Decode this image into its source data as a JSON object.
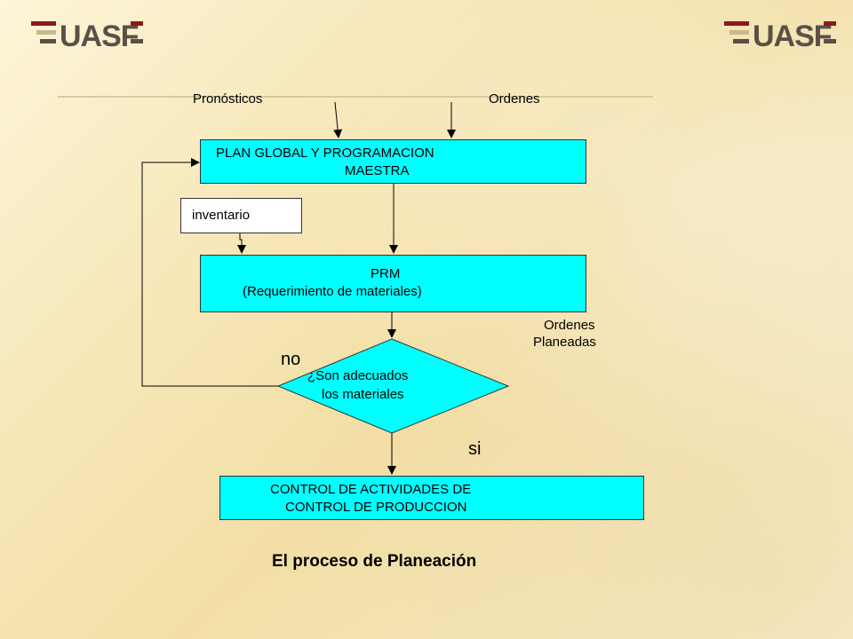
{
  "brand": {
    "logo_text": "UASF"
  },
  "inputs": {
    "pronosticos": "Pronósticos",
    "ordenes": "Ordenes"
  },
  "boxes": {
    "plan": {
      "line1": "PLAN GLOBAL Y PROGRAMACION",
      "line2": "MAESTRA"
    },
    "inventario": "inventario",
    "prm": {
      "line1": "PRM",
      "line2": "(Requerimiento de materiales)"
    },
    "control": {
      "line1": "CONTROL DE ACTIVIDADES DE",
      "line2": "CONTROL DE PRODUCCION"
    }
  },
  "decision": {
    "line1": "¿Son adecuados",
    "line2": "los materiales",
    "no": "no",
    "si": "si"
  },
  "ordenes_planeadas": {
    "line1": "Ordenes",
    "line2": "Planeadas"
  },
  "caption": "El proceso de Planeación",
  "colors": {
    "box_fill": "#00ffff",
    "logo_red": "#8b1a1a",
    "logo_gray": "#5a5046"
  }
}
